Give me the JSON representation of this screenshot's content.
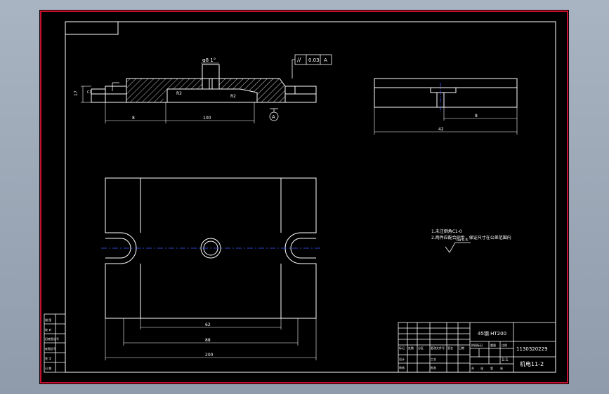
{
  "colors": {
    "paper": "#000000",
    "frame": "#c8102e",
    "line": "#ffffff",
    "centerline": "#3a5cff",
    "dim": "#ffffff"
  },
  "front_view": {
    "dia_label": "φ8 1°",
    "fc_symbol": "//",
    "fc_value": "0.03",
    "fc_datum": "A",
    "datum_label": "A",
    "height_dim": "17",
    "radius_left": "R2",
    "radius_right": "R2",
    "chamfer": "C1",
    "dim_left": "8",
    "dim_center": "100"
  },
  "side_view": {
    "dim_small": "8",
    "dim_total": "42"
  },
  "plan_view": {
    "dim_inner": "62",
    "dim_mid": "88",
    "dim_outer": "200"
  },
  "notes": {
    "line1": "1.未注倒角C1-0",
    "line2": "2.两件应配合同步，保证尺寸在公差范围内",
    "roughness": "Ra 6.3"
  },
  "left_strip": {
    "cells": [
      "描 图",
      "校 对",
      "旧底图总号",
      "底图总号",
      "签 字",
      "日 期"
    ]
  },
  "title_block": {
    "material": "45钢 HT200",
    "drawing_no": "1130320229",
    "title": "机电11-2",
    "scale": "1:1",
    "row_labels": [
      "设计",
      "审核",
      "工艺",
      "批准"
    ],
    "col_labels": [
      "标记",
      "处数",
      "分区",
      "更改文件号",
      "签名",
      "日期"
    ],
    "stage_labels": [
      "阶段标记",
      "重量",
      "比例"
    ],
    "sheet_labels": [
      "共",
      "张",
      "第",
      "张"
    ]
  }
}
